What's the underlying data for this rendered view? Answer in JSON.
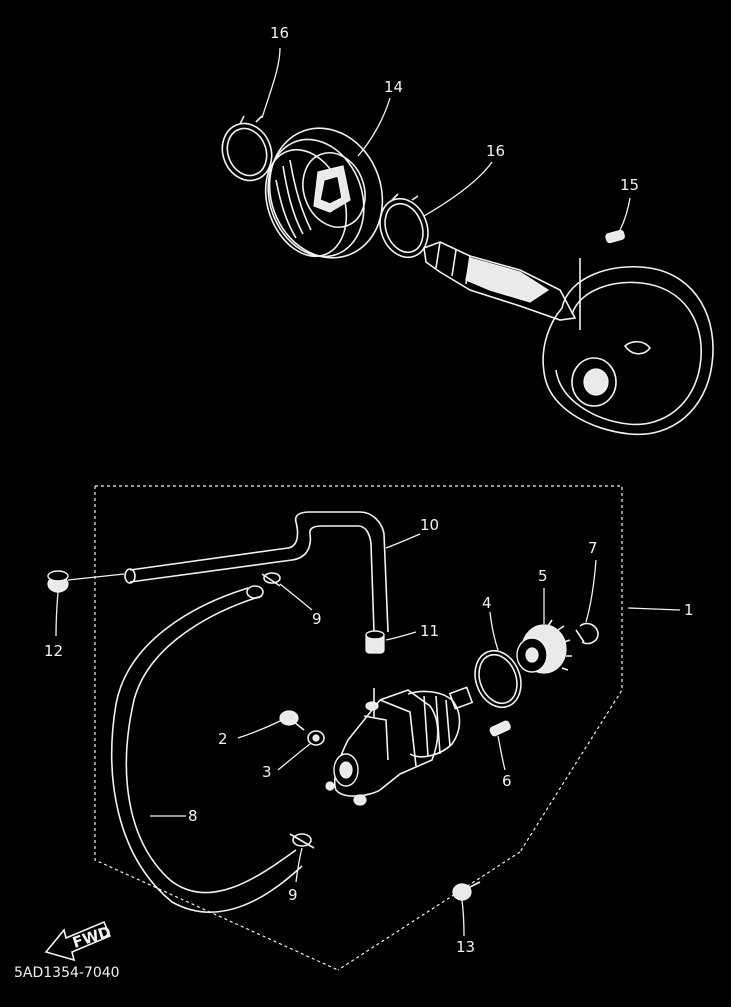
{
  "diagram": {
    "part_code": "5AD1354-7040",
    "direction_marker": "FWD",
    "callouts": {
      "c1": "1",
      "c2": "2",
      "c3": "3",
      "c4": "4",
      "c5": "5",
      "c6": "6",
      "c7": "7",
      "c8": "8",
      "c9a": "9",
      "c9b": "9",
      "c10": "10",
      "c11": "11",
      "c12": "12",
      "c13": "13",
      "c14": "14",
      "c15": "15",
      "c16a": "16",
      "c16b": "16"
    }
  }
}
